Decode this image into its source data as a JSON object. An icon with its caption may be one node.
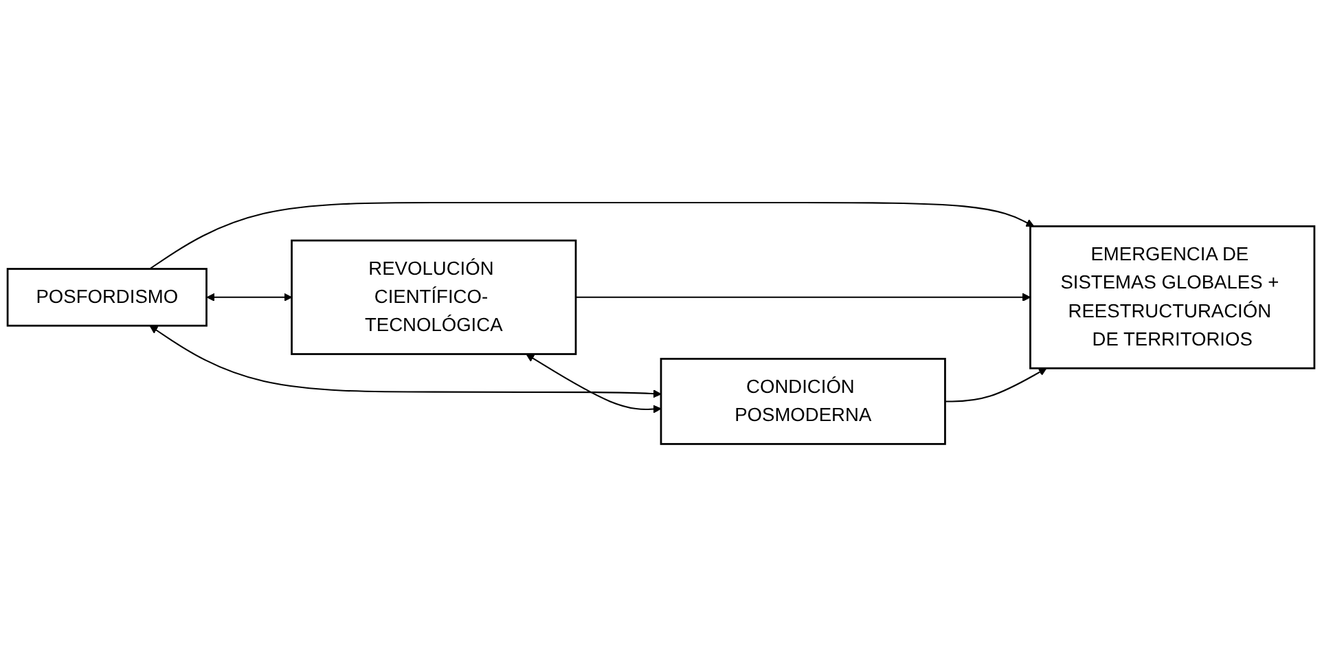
{
  "diagram": {
    "nodes": [
      {
        "text": [
          "POSFORDISMO"
        ]
      },
      {
        "text": [
          "REVOLUCIÓN CIENTÍFICO- TECNOLÓGICA"
        ]
      },
      {
        "text": [
          "EMERGENCIA DE SISTEMAS GLOBALES + REESTRUCTURACIÓN DE TERRITORIOS"
        ]
      },
      {
        "text": [
          "CONDICIÓN POSMODERNA"
        ]
      }
    ],
    "edges": [
      {
        "from": 0,
        "to": 1,
        "arrow": "both"
      },
      {
        "from": 0,
        "to": 2,
        "arrow": "to"
      },
      {
        "from": 1,
        "to": 2,
        "arrow": "to"
      },
      {
        "from": 0,
        "to": 3,
        "arrow": "both"
      },
      {
        "from": 1,
        "to": 3,
        "arrow": "both"
      },
      {
        "from": 3,
        "to": 2,
        "arrow": "to"
      }
    ]
  }
}
